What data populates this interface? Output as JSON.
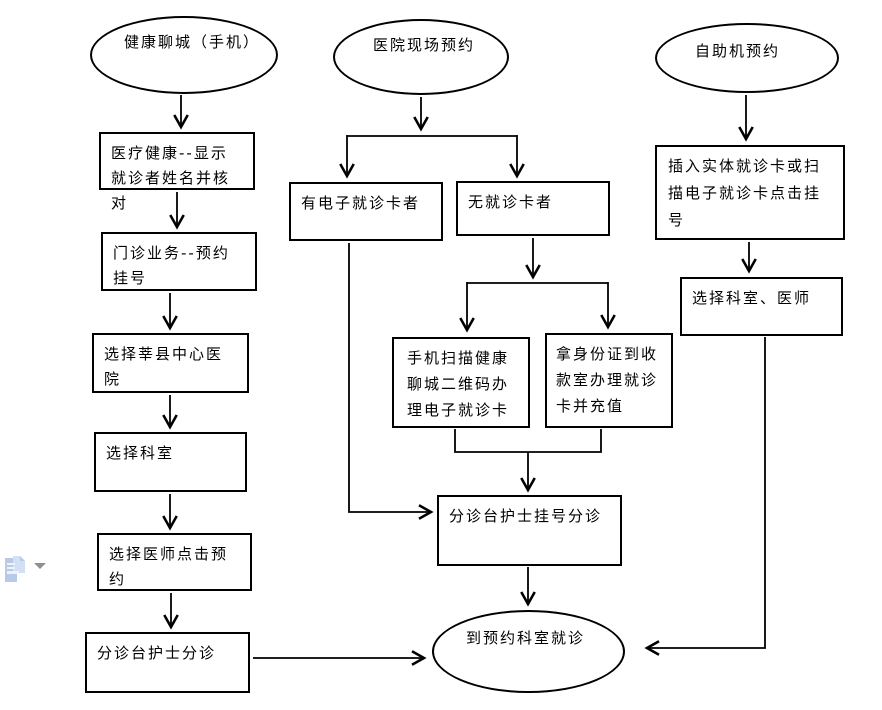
{
  "flowchart": {
    "nodes": {
      "mobile_entry": "健康聊城（手机）",
      "mobile_step_verify": "医疗健康--显示就诊者姓名并核对",
      "mobile_step_outpatient": "门诊业务--预约挂号",
      "mobile_step_hospital": "选择莘县中心医院",
      "mobile_step_dept": "选择科室",
      "mobile_step_doctor": "选择医师点击预约",
      "mobile_step_triage": "分诊台护士分诊",
      "onsite_entry": "医院现场预约",
      "onsite_has_ecard": "有电子就诊卡者",
      "onsite_no_card": "无就诊卡者",
      "onsite_scan_qr": "手机扫描健康聊城二维码办理电子就诊卡",
      "onsite_id_card": "拿身份证到收款室办理就诊卡并充值",
      "onsite_triage": "分诊台护士挂号分诊",
      "kiosk_entry": "自助机预约",
      "kiosk_insert_card": "插入实体就诊卡或扫描电子就诊卡点击挂号",
      "kiosk_select": "选择科室、医师",
      "end_node": "到预约科室就诊"
    },
    "colors": {
      "line": "#000000",
      "shape_fill": "#ffffff"
    }
  },
  "icons": {
    "paste_options": "clipboard-paste-icon",
    "paste_dropdown": "chevron-down-icon",
    "paste_icon_blue": "#b9c9e8",
    "paste_icon_light": "#d3dff2",
    "dropdown_gray": "#8f8f8f"
  }
}
